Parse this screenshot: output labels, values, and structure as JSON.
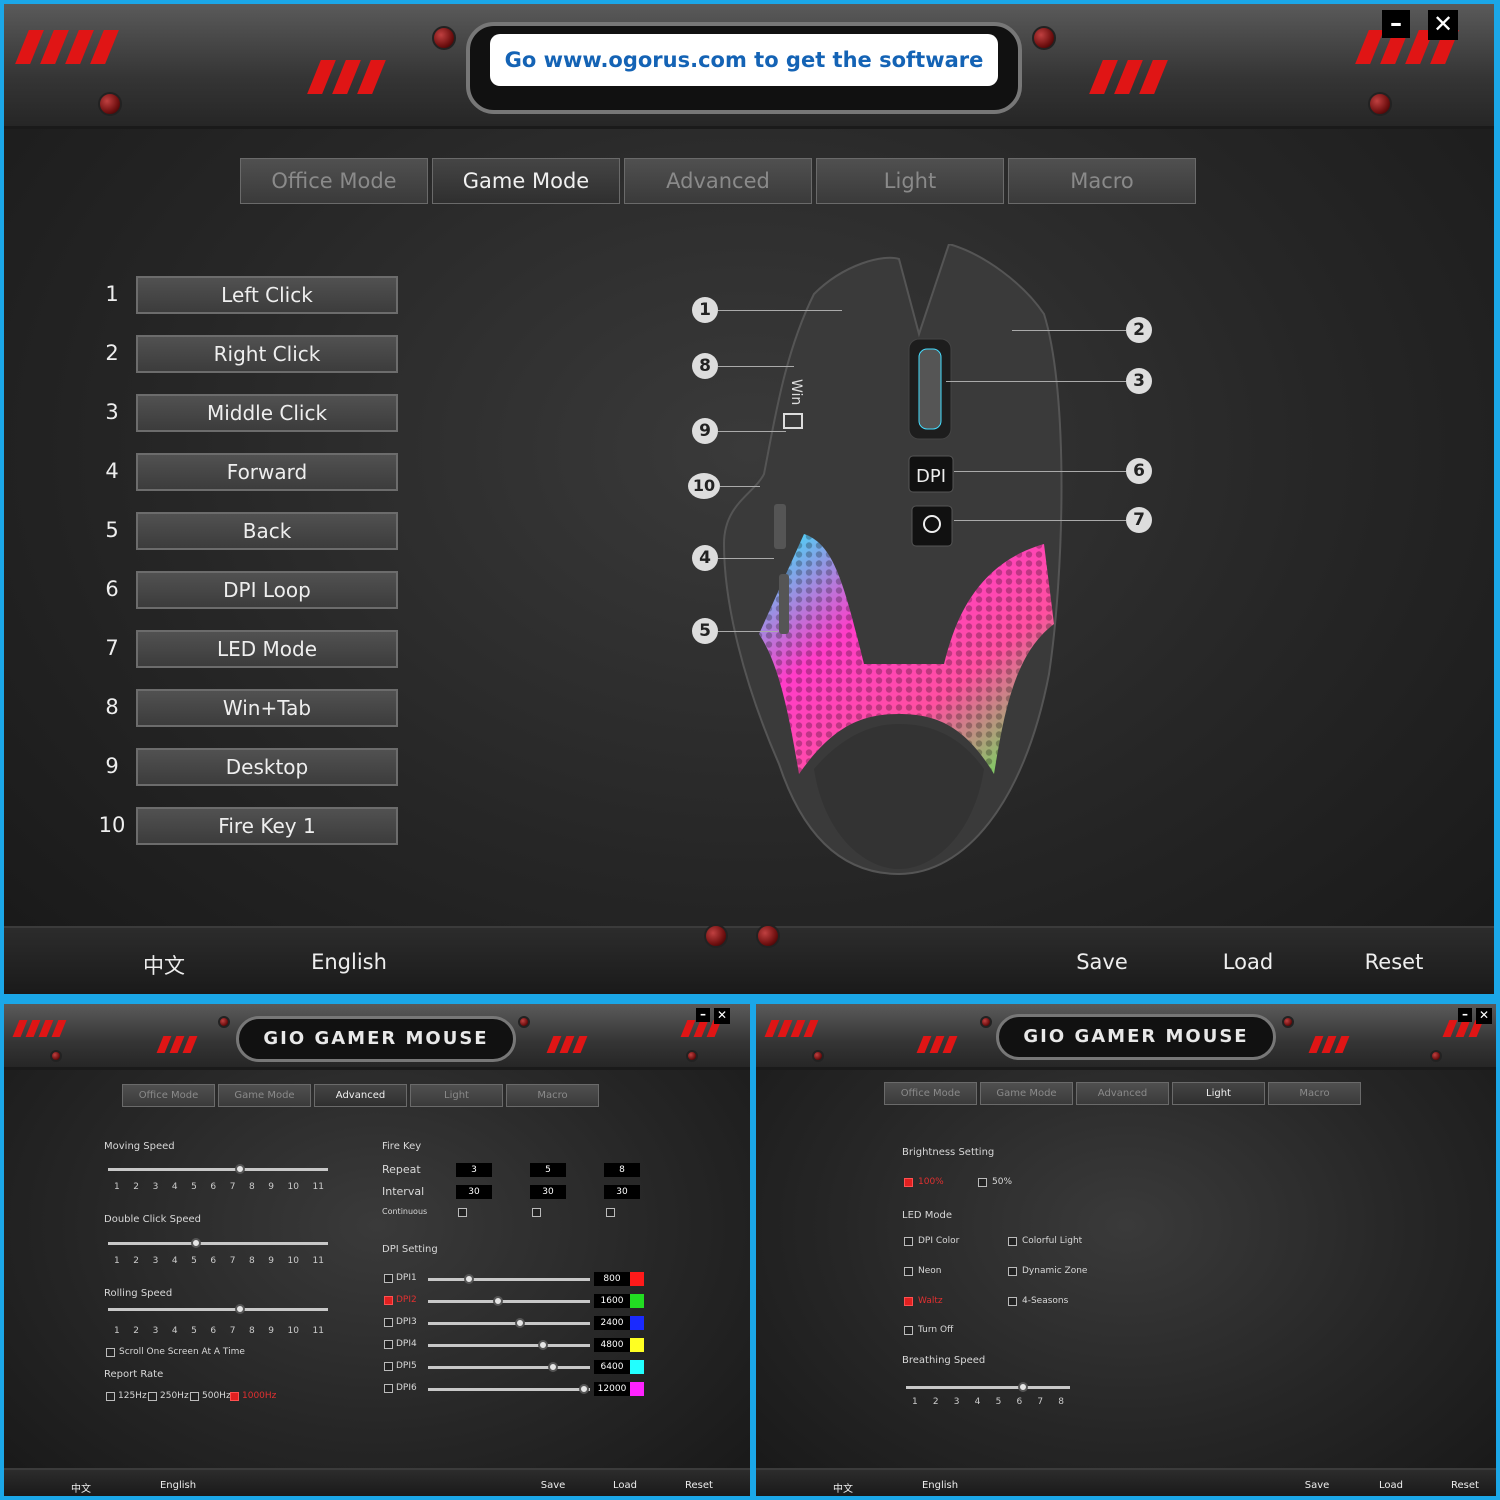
{
  "colors": {
    "accent_red": "#e01515",
    "banner_text": "#1463b5",
    "background": "#262626"
  },
  "main": {
    "banner": "Go www.ogorus.com to get the software",
    "window_minimize_icon": "minus-icon",
    "window_close_icon": "close-icon",
    "tabs": [
      {
        "label": "Office Mode",
        "active": false
      },
      {
        "label": "Game Mode",
        "active": true
      },
      {
        "label": "Advanced",
        "active": false
      },
      {
        "label": "Light",
        "active": false
      },
      {
        "label": "Macro",
        "active": false
      }
    ],
    "buttons": [
      {
        "num": "1",
        "label": "Left Click"
      },
      {
        "num": "2",
        "label": "Right Click"
      },
      {
        "num": "3",
        "label": "Middle Click"
      },
      {
        "num": "4",
        "label": "Forward"
      },
      {
        "num": "5",
        "label": "Back"
      },
      {
        "num": "6",
        "label": "DPI Loop"
      },
      {
        "num": "7",
        "label": "LED Mode"
      },
      {
        "num": "8",
        "label": "Win+Tab"
      },
      {
        "num": "9",
        "label": "Desktop"
      },
      {
        "num": "10",
        "label": "Fire Key 1"
      }
    ],
    "mouse": {
      "dpi_label": "DPI",
      "win_label": "Win",
      "callouts": [
        "1",
        "8",
        "9",
        "10",
        "4",
        "5",
        "2",
        "3",
        "6",
        "7"
      ]
    },
    "footer": {
      "lang_cn": "中文",
      "lang_en": "English",
      "save": "Save",
      "load": "Load",
      "reset": "Reset"
    }
  },
  "advanced": {
    "title": "GIO GAMER MOUSE",
    "tabs": [
      {
        "label": "Office Mode",
        "active": false
      },
      {
        "label": "Game Mode",
        "active": false
      },
      {
        "label": "Advanced",
        "active": true
      },
      {
        "label": "Light",
        "active": false
      },
      {
        "label": "Macro",
        "active": false
      }
    ],
    "moving_speed": {
      "label": "Moving Speed",
      "value": 7,
      "ticks": [
        "1",
        "2",
        "3",
        "4",
        "5",
        "6",
        "7",
        "8",
        "9",
        "10",
        "11"
      ]
    },
    "double_click_speed": {
      "label": "Double Click Speed",
      "value": 5,
      "ticks": [
        "1",
        "2",
        "3",
        "4",
        "5",
        "6",
        "7",
        "8",
        "9",
        "10",
        "11"
      ]
    },
    "rolling_speed": {
      "label": "Rolling Speed",
      "value": 7,
      "ticks": [
        "1",
        "2",
        "3",
        "4",
        "5",
        "6",
        "7",
        "8",
        "9",
        "10",
        "11"
      ]
    },
    "scroll_one_screen": {
      "label": "Scroll One Screen At A Time",
      "checked": false
    },
    "report_rate": {
      "label": "Report Rate",
      "options": [
        {
          "label": "125Hz",
          "checked": false
        },
        {
          "label": "250Hz",
          "checked": false
        },
        {
          "label": "500Hz",
          "checked": false
        },
        {
          "label": "1000Hz",
          "checked": true
        }
      ]
    },
    "fire_key": {
      "label": "Fire Key",
      "repeat_label": "Repeat",
      "interval_label": "Interval",
      "continuous_label": "Continuous",
      "repeat": [
        "3",
        "5",
        "8"
      ],
      "interval": [
        "30",
        "30",
        "30"
      ]
    },
    "dpi_setting": {
      "label": "DPI Setting",
      "levels": [
        {
          "label": "DPI1",
          "value": "800",
          "checked": false,
          "color": "#ff1a1a",
          "pos": 0.25
        },
        {
          "label": "DPI2",
          "value": "1600",
          "checked": true,
          "color": "#22dd22",
          "pos": 0.43
        },
        {
          "label": "DPI3",
          "value": "2400",
          "checked": false,
          "color": "#1a2aff",
          "pos": 0.57
        },
        {
          "label": "DPI4",
          "value": "4800",
          "checked": false,
          "color": "#ffff22",
          "pos": 0.71
        },
        {
          "label": "DPI5",
          "value": "6400",
          "checked": false,
          "color": "#22ffff",
          "pos": 0.77
        },
        {
          "label": "DPI6",
          "value": "12000",
          "checked": false,
          "color": "#ff22ff",
          "pos": 0.96
        }
      ]
    },
    "footer": {
      "lang_cn": "中文",
      "lang_en": "English",
      "save": "Save",
      "load": "Load",
      "reset": "Reset"
    }
  },
  "light": {
    "title": "GIO GAMER MOUSE",
    "tabs": [
      {
        "label": "Office Mode",
        "active": false
      },
      {
        "label": "Game Mode",
        "active": false
      },
      {
        "label": "Advanced",
        "active": false
      },
      {
        "label": "Light",
        "active": true
      },
      {
        "label": "Macro",
        "active": false
      }
    ],
    "brightness": {
      "label": "Brightness Setting",
      "options": [
        {
          "label": "100%",
          "checked": true
        },
        {
          "label": "50%",
          "checked": false
        }
      ]
    },
    "led_mode": {
      "label": "LED Mode",
      "options": [
        {
          "label": "DPI Color",
          "checked": false
        },
        {
          "label": "Colorful Light",
          "checked": false
        },
        {
          "label": "Neon",
          "checked": false
        },
        {
          "label": "Dynamic Zone",
          "checked": false
        },
        {
          "label": "Waltz",
          "checked": true
        },
        {
          "label": "4-Seasons",
          "checked": false
        },
        {
          "label": "Turn Off",
          "checked": false
        }
      ]
    },
    "breathing_speed": {
      "label": "Breathing Speed",
      "value": 6,
      "ticks": [
        "1",
        "2",
        "3",
        "4",
        "5",
        "6",
        "7",
        "8"
      ]
    },
    "footer": {
      "lang_cn": "中文",
      "lang_en": "English",
      "save": "Save",
      "load": "Load",
      "reset": "Reset"
    }
  }
}
